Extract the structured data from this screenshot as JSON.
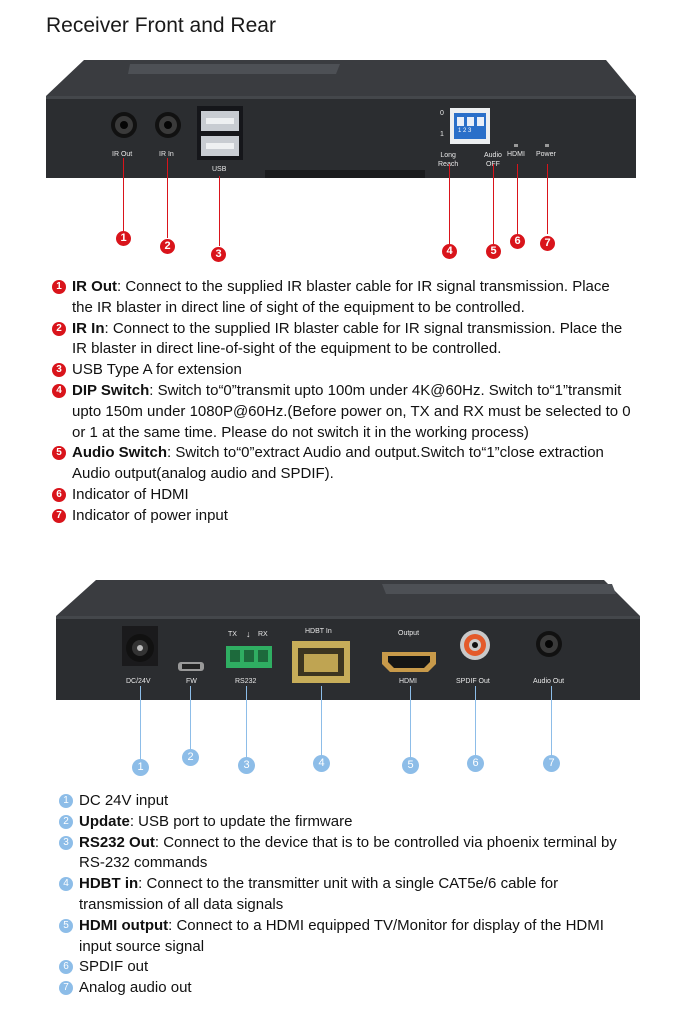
{
  "title": "Receiver Front and Rear",
  "front": {
    "ports": {
      "ir_out": "IR Out",
      "ir_in": "IR In",
      "usb": "USB",
      "long_reach": "Long\nReach",
      "audio_off": "Audio\nOFF",
      "hdmi": "HDMI",
      "power": "Power",
      "dip_0": "0",
      "dip_1": "1",
      "dip_nums": "1 2 3"
    },
    "callouts": [
      "1",
      "2",
      "3",
      "4",
      "5",
      "6",
      "7"
    ],
    "items": [
      {
        "num": "1",
        "label": "IR Out",
        "text": ": Connect to the supplied IR blaster cable for IR signal transmission. Place the IR blaster in direct line of sight of the equipment to be controlled."
      },
      {
        "num": "2",
        "label": "IR In",
        "text": ": Connect to the supplied IR blaster cable for IR signal transmission. Place the IR blaster in direct line-of-sight of the equipment to be controlled."
      },
      {
        "num": "3",
        "label": "",
        "text": "USB Type A for extension"
      },
      {
        "num": "4",
        "label": "DIP Switch",
        "text": ": Switch to“0”transmit upto 100m under 4K@60Hz. Switch to“1”transmit upto 150m under 1080P@60Hz.(Before power on, TX and RX must be selected to 0 or 1 at the same time. Please do not switch it in the working process)"
      },
      {
        "num": "5",
        "label": "Audio Switch",
        "text": ": Switch to“0”extract Audio and output.Switch to“1”close extraction Audio output(analog audio and SPDIF)."
      },
      {
        "num": "6",
        "label": "",
        "text": "Indicator of HDMI"
      },
      {
        "num": "7",
        "label": "",
        "text": "Indicator of power input"
      }
    ]
  },
  "rear": {
    "ports": {
      "dc": "DC/24V",
      "fw": "FW",
      "tx": "TX",
      "rx": "RX",
      "rs232": "RS232",
      "hdbt": "HDBT In",
      "output": "Output",
      "hdmi": "HDMI",
      "spdif": "SPDIF Out",
      "audio": "Audio Out"
    },
    "callouts": [
      "1",
      "2",
      "3",
      "4",
      "5",
      "6",
      "7"
    ],
    "items": [
      {
        "num": "1",
        "label": "",
        "text": "DC 24V input"
      },
      {
        "num": "2",
        "label": "Update",
        "text": ": USB port to update the firmware"
      },
      {
        "num": "3",
        "label": "RS232 Out",
        "text": ": Connect to the device that is to be controlled via phoenix terminal by RS-232 commands"
      },
      {
        "num": "4",
        "label": "HDBT in",
        "text": ": Connect to the transmitter unit with a single CAT5e/6 cable for transmission of all data signals"
      },
      {
        "num": "5",
        "label": "HDMI output",
        "text": ": Connect to a HDMI equipped TV/Monitor for display of the HDMI input source signal"
      },
      {
        "num": "6",
        "label": "",
        "text": "SPDIF out"
      },
      {
        "num": "7",
        "label": "",
        "text": "Analog audio out"
      }
    ]
  },
  "colors": {
    "red": "#d9141b",
    "blue": "#8dbde8",
    "device": "#2b2d30"
  }
}
